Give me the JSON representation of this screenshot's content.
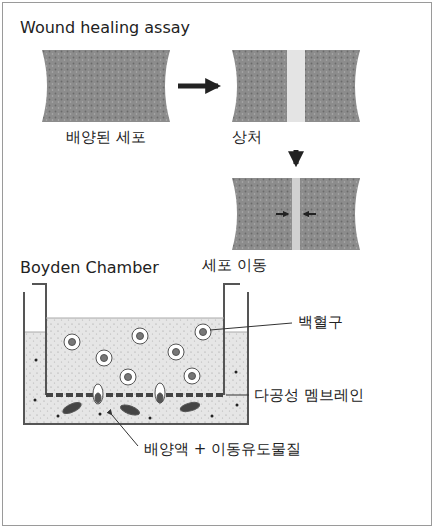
{
  "diagram": {
    "nodes": [
      {
        "text": [
          "배양된 세포"
        ]
      },
      {
        "text": [
          "상처"
        ]
      },
      {
        "text": [
          "세포 이동"
        ]
      }
    ],
    "edges": [
      {
        "from": 0,
        "to": 1,
        "arrow": "to"
      },
      {
        "from": 1,
        "to": 2,
        "arrow": "to"
      }
    ],
    "labels": [
      "Wound healing assay",
      "Boyden Chamber",
      "백혈구",
      "다공성 멤브레인",
      "배양액 + 이동유도물질"
    ]
  }
}
